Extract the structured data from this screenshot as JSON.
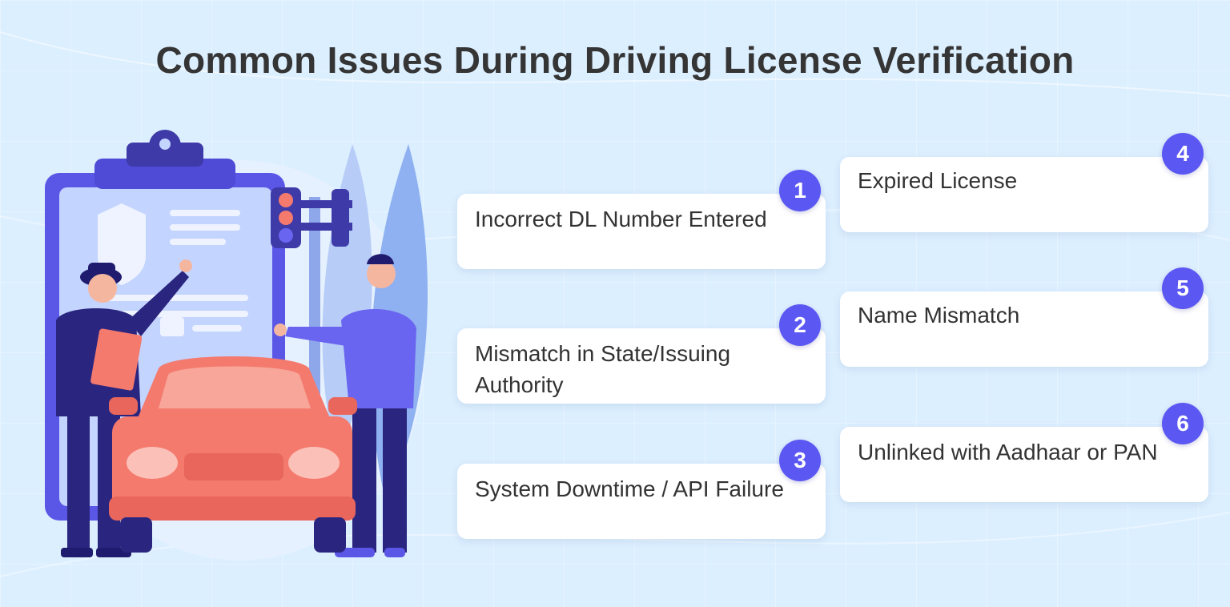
{
  "title": "Common Issues During Driving License Verification",
  "issues": [
    {
      "number": "1",
      "text": "Incorrect DL Number Entered"
    },
    {
      "number": "2",
      "text": "Mismatch in State/Issuing Authority"
    },
    {
      "number": "3",
      "text": "System Downtime / API Failure"
    },
    {
      "number": "4",
      "text": "Expired License"
    },
    {
      "number": "5",
      "text": "Name Mismatch"
    },
    {
      "number": "6",
      "text": "Unlinked with Aadhaar or PAN"
    }
  ],
  "colors": {
    "background": "#dcefff",
    "accent": "#5b57f2",
    "car": "#f47a6e",
    "title": "#353535"
  },
  "icons": [
    "clipboard-icon",
    "shield-icon",
    "traffic-light-icon",
    "police-officer-icon",
    "driver-icon",
    "car-icon"
  ]
}
